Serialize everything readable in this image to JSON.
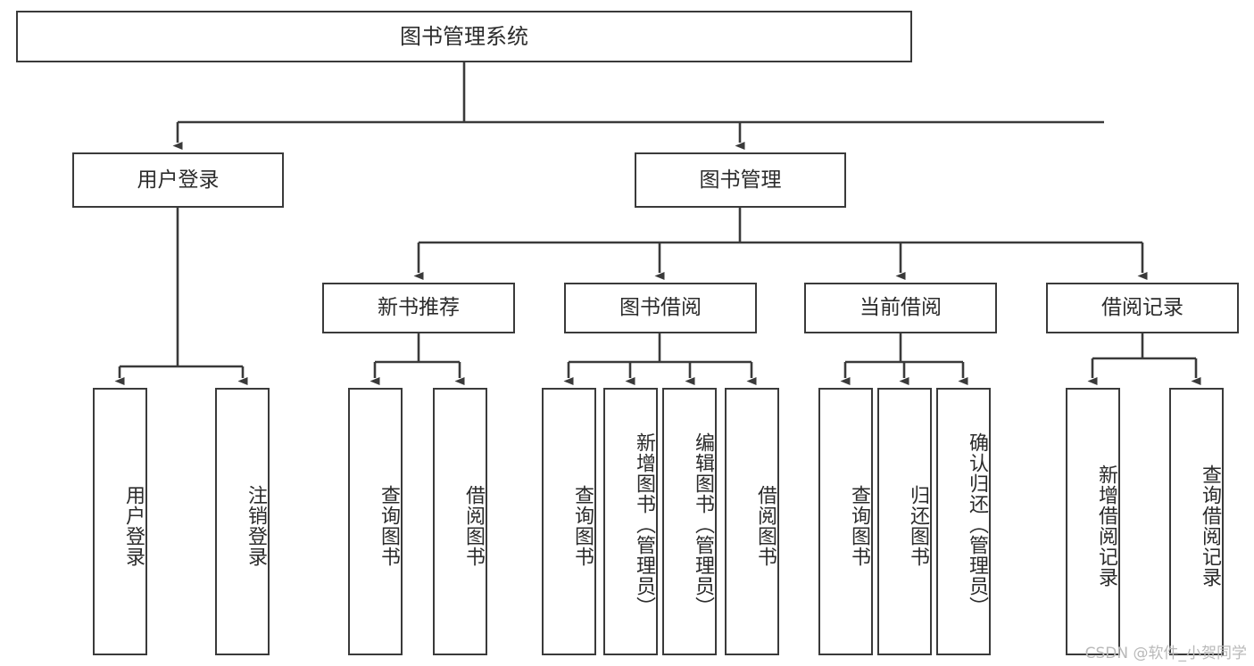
{
  "diagram": {
    "type": "tree-hierarchy-chart",
    "title": "图书管理系统",
    "line_color": "#3a3a3a",
    "text_color": "#2b2b2b",
    "background_color": "#ffffff",
    "levels": {
      "root": {
        "label": "图书管理系统"
      },
      "level2": [
        {
          "label": "用户登录"
        },
        {
          "label": "图书管理"
        }
      ],
      "level3": [
        {
          "label": "新书推荐"
        },
        {
          "label": "图书借阅"
        },
        {
          "label": "当前借阅"
        },
        {
          "label": "借阅记录"
        }
      ],
      "leaves": {
        "user_login": [
          {
            "label": "用户登录"
          },
          {
            "label": "注销登录"
          }
        ],
        "new_book_recommend": [
          {
            "label": "查询图书"
          },
          {
            "label": "借阅图书"
          }
        ],
        "book_borrow": [
          {
            "label": "查询图书"
          },
          {
            "label": "新增图书（管理员）"
          },
          {
            "label": "编辑图书（管理员）"
          },
          {
            "label": "借阅图书"
          }
        ],
        "current_borrow": [
          {
            "label": "查询图书"
          },
          {
            "label": "归还图书"
          },
          {
            "label": "确认归还（管理员）"
          }
        ],
        "borrow_record": [
          {
            "label": "新增借阅记录"
          },
          {
            "label": "查询借阅记录"
          }
        ]
      }
    }
  },
  "watermark": {
    "text": "CSDN @软件_小贺同学"
  }
}
